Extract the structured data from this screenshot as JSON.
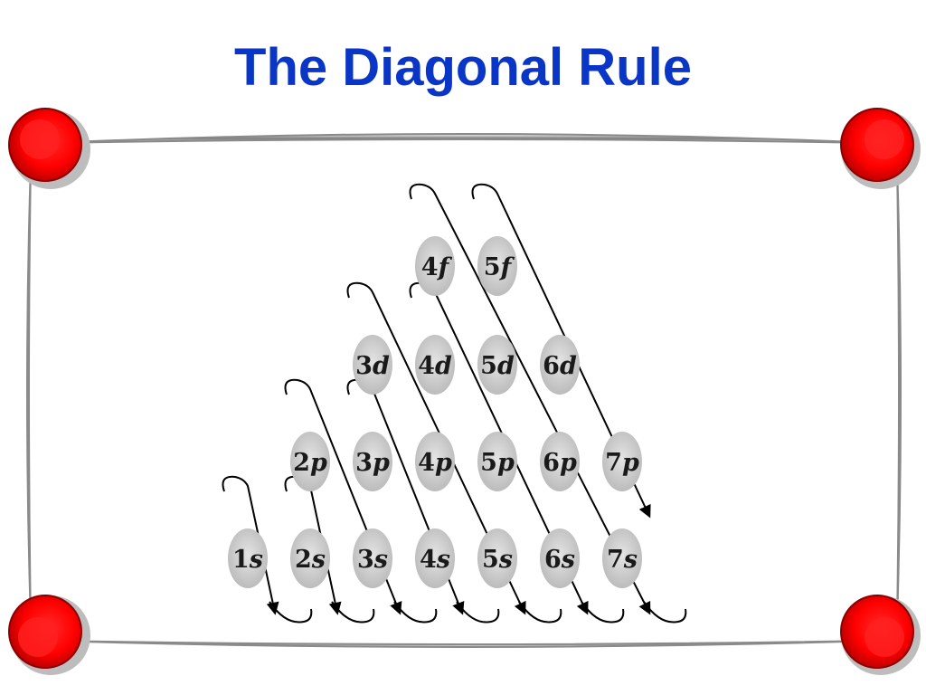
{
  "slide": {
    "title": "The Diagonal Rule"
  },
  "colors": {
    "title": "#0a36c8",
    "orbital_fill": "#cfcfcf",
    "arrow": "#000000",
    "frame_ball": "#ff0000"
  },
  "diagram": {
    "rows": [
      {
        "level": "s",
        "orbitals": [
          "1s",
          "2s",
          "3s",
          "4s",
          "5s",
          "6s",
          "7s"
        ]
      },
      {
        "level": "p",
        "orbitals": [
          "2p",
          "3p",
          "4p",
          "5p",
          "6p",
          "7p"
        ]
      },
      {
        "level": "d",
        "orbitals": [
          "3d",
          "4d",
          "5d",
          "6d"
        ]
      },
      {
        "level": "f",
        "orbitals": [
          "4f",
          "5f"
        ]
      }
    ],
    "diagonal_order": [
      [
        "1s"
      ],
      [
        "2s"
      ],
      [
        "2p",
        "3s"
      ],
      [
        "3p",
        "4s"
      ],
      [
        "3d",
        "4p",
        "5s"
      ],
      [
        "4d",
        "5p",
        "6s"
      ],
      [
        "4f",
        "5d",
        "6p",
        "7s"
      ],
      [
        "5f",
        "6d",
        "7p"
      ]
    ]
  }
}
